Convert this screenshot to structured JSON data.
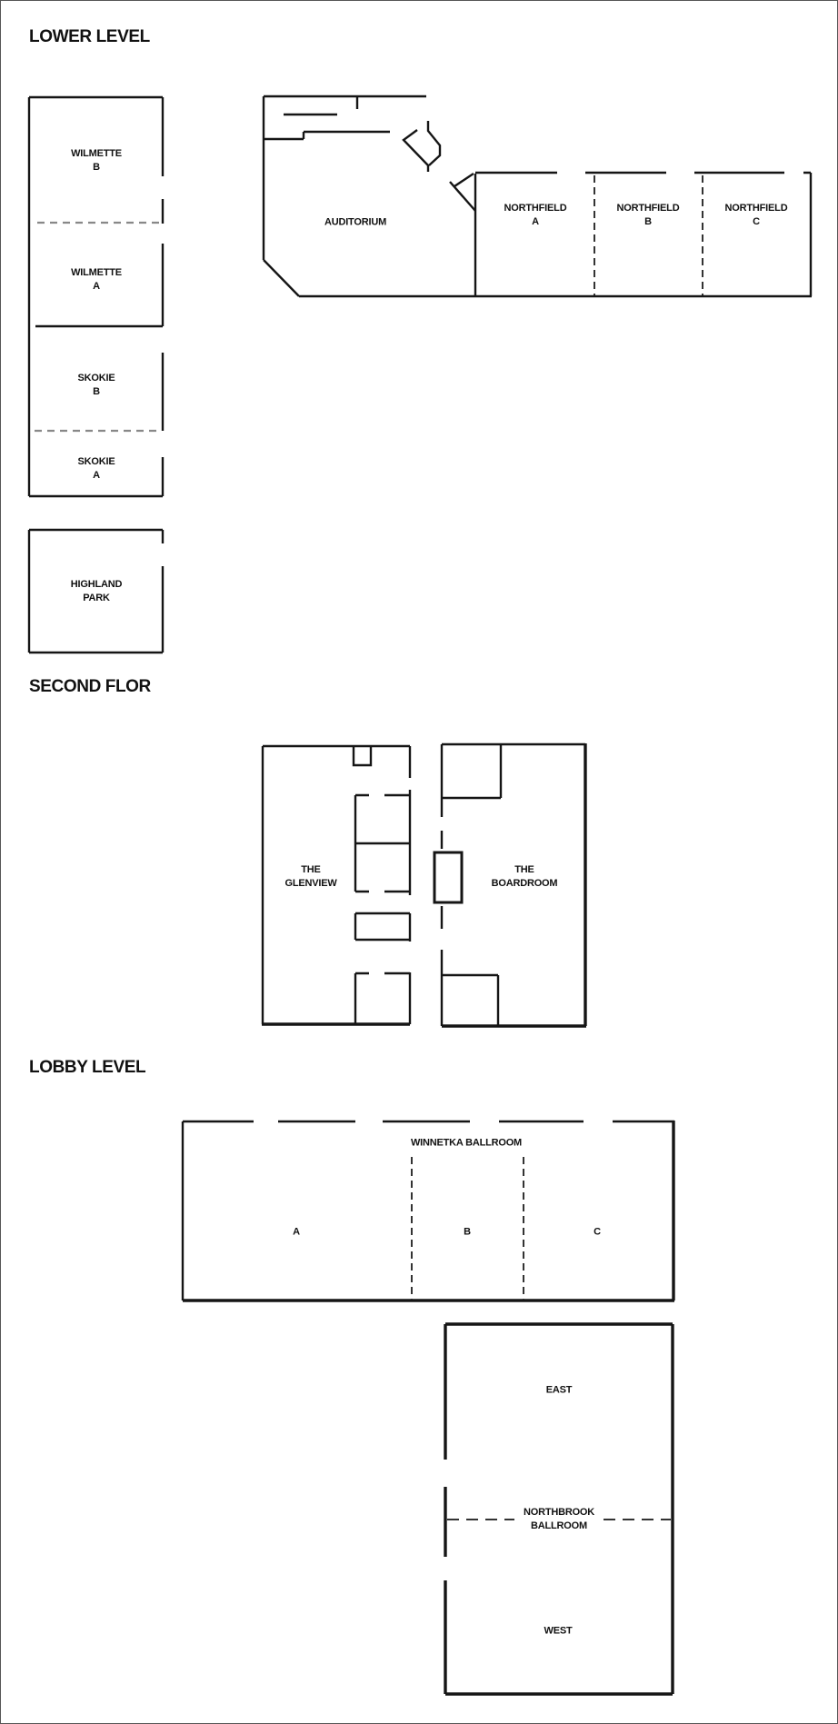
{
  "sections": [
    {
      "title": "LOWER LEVEL"
    },
    {
      "title": "SECOND FLOR"
    },
    {
      "title": "LOBBY LEVEL"
    }
  ],
  "rooms": {
    "wilmette_b": "WILMETTE\nB",
    "wilmette_a": "WILMETTE\nA",
    "skokie_b": "SKOKIE\nB",
    "skokie_a": "SKOKIE\nA",
    "highland_park": "HIGHLAND\nPARK",
    "auditorium": "AUDITORIUM",
    "northfield_a": "NORTHFIELD\nA",
    "northfield_b": "NORTHFIELD\nB",
    "northfield_c": "NORTHFIELD\nC",
    "glenview": "THE\nGLENVIEW",
    "boardroom": "THE\nBOARDROOM",
    "winnetka_ballroom": "WINNETKA BALLROOM",
    "winnetka_a": "A",
    "winnetka_b": "B",
    "winnetka_c": "C",
    "northbrook_east": "EAST",
    "northbrook_ballroom": "NORTHBROOK\nBALLROOM",
    "northbrook_west": "WEST"
  },
  "colors": {
    "wall": "#151515",
    "dashed_light": "#888888",
    "dashed_dark": "#333333",
    "frame": "#555555",
    "text": "#111111",
    "background": "#ffffff"
  }
}
